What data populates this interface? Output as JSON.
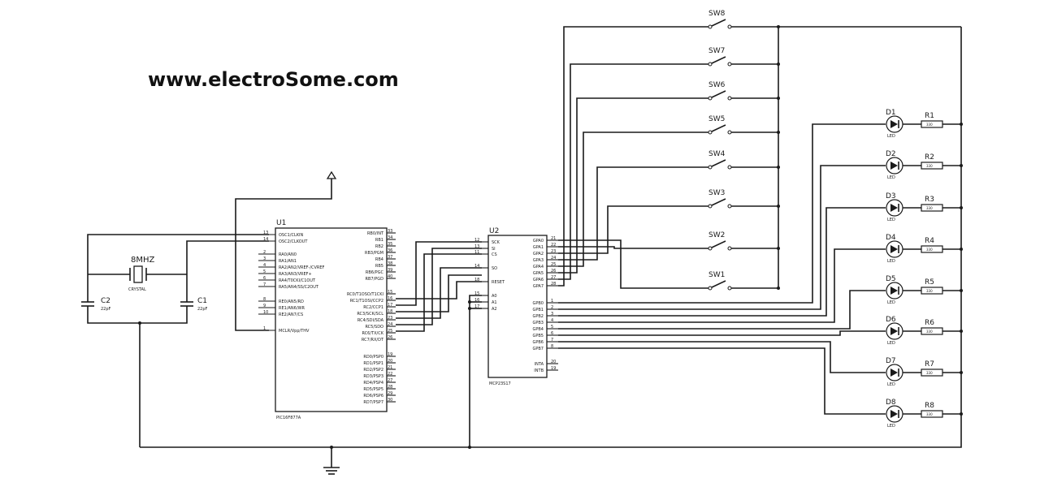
{
  "watermark": "www.electroSome.com",
  "u1": {
    "ref": "U1",
    "part": "PIC16F877A",
    "left_pins": [
      {
        "num": "13",
        "label": "OSC1/CLKIN"
      },
      {
        "num": "14",
        "label": "OSC2/CLKOUT"
      },
      {
        "num": "2",
        "label": "RA0/AN0"
      },
      {
        "num": "3",
        "label": "RA1/AN1"
      },
      {
        "num": "4",
        "label": "RA2/AN2/VREF-/CVREF"
      },
      {
        "num": "5",
        "label": "RA3/AN3/VREF+"
      },
      {
        "num": "6",
        "label": "RA4/T0CKI/C1OUT"
      },
      {
        "num": "7",
        "label": "RA5/AN4/SS/C2OUT"
      },
      {
        "num": "8",
        "label": "RE0/AN5/RD"
      },
      {
        "num": "9",
        "label": "RE1/AN6/WR"
      },
      {
        "num": "10",
        "label": "RE2/AN7/CS"
      },
      {
        "num": "1",
        "label": "MCLR/Vpp/THV"
      }
    ],
    "right_pins": [
      {
        "num": "33",
        "label": "RB0/INT"
      },
      {
        "num": "34",
        "label": "RB1"
      },
      {
        "num": "35",
        "label": "RB2"
      },
      {
        "num": "36",
        "label": "RB3/PGM"
      },
      {
        "num": "37",
        "label": "RB4"
      },
      {
        "num": "38",
        "label": "RB5"
      },
      {
        "num": "39",
        "label": "RB6/PGC"
      },
      {
        "num": "40",
        "label": "RB7/PGD"
      },
      {
        "num": "15",
        "label": "RC0/T1OSO/T1CKI"
      },
      {
        "num": "16",
        "label": "RC1/T1OSI/CCP2"
      },
      {
        "num": "17",
        "label": "RC2/CCP1"
      },
      {
        "num": "18",
        "label": "RC3/SCK/SCL"
      },
      {
        "num": "23",
        "label": "RC4/SDI/SDA"
      },
      {
        "num": "24",
        "label": "RC5/SDO"
      },
      {
        "num": "25",
        "label": "RC6/TX/CK"
      },
      {
        "num": "26",
        "label": "RC7/RX/DT"
      },
      {
        "num": "19",
        "label": "RD0/PSP0"
      },
      {
        "num": "20",
        "label": "RD1/PSP1"
      },
      {
        "num": "21",
        "label": "RD2/PSP2"
      },
      {
        "num": "22",
        "label": "RD3/PSP3"
      },
      {
        "num": "27",
        "label": "RD4/PSP4"
      },
      {
        "num": "28",
        "label": "RD5/PSP5"
      },
      {
        "num": "29",
        "label": "RD6/PSP6"
      },
      {
        "num": "30",
        "label": "RD7/PSP7"
      }
    ]
  },
  "u2": {
    "ref": "U2",
    "part": "MCP23S17",
    "left_pins": [
      {
        "num": "12",
        "label": "SCK"
      },
      {
        "num": "13",
        "label": "SI"
      },
      {
        "num": "11",
        "label": "CS"
      },
      {
        "num": "14",
        "label": "SO"
      },
      {
        "num": "18",
        "label": "RESET"
      },
      {
        "num": "15",
        "label": "A0"
      },
      {
        "num": "16",
        "label": "A1"
      },
      {
        "num": "17",
        "label": "A2"
      }
    ],
    "right_pins": [
      {
        "num": "21",
        "label": "GPA0"
      },
      {
        "num": "22",
        "label": "GPA1"
      },
      {
        "num": "23",
        "label": "GPA2"
      },
      {
        "num": "24",
        "label": "GPA3"
      },
      {
        "num": "25",
        "label": "GPA4"
      },
      {
        "num": "26",
        "label": "GPA5"
      },
      {
        "num": "27",
        "label": "GPA6"
      },
      {
        "num": "28",
        "label": "GPA7"
      },
      {
        "num": "1",
        "label": "GPB0"
      },
      {
        "num": "2",
        "label": "GPB1"
      },
      {
        "num": "3",
        "label": "GPB2"
      },
      {
        "num": "4",
        "label": "GPB3"
      },
      {
        "num": "5",
        "label": "GPB4"
      },
      {
        "num": "6",
        "label": "GPB5"
      },
      {
        "num": "7",
        "label": "GPB6"
      },
      {
        "num": "8",
        "label": "GPB7"
      },
      {
        "num": "20",
        "label": "INTA"
      },
      {
        "num": "19",
        "label": "INTB"
      }
    ]
  },
  "crystal": {
    "ref": "8MHZ",
    "part": "CRYSTAL"
  },
  "c1": {
    "ref": "C1",
    "value": "22pF"
  },
  "c2": {
    "ref": "C2",
    "value": "22pF"
  },
  "switches": [
    "SW8",
    "SW7",
    "SW6",
    "SW5",
    "SW4",
    "SW3",
    "SW2",
    "SW1"
  ],
  "leds": [
    {
      "ref": "D1",
      "part": "LED",
      "res": "R1",
      "rval": "330"
    },
    {
      "ref": "D2",
      "part": "LED",
      "res": "R2",
      "rval": "330"
    },
    {
      "ref": "D3",
      "part": "LED",
      "res": "R3",
      "rval": "330"
    },
    {
      "ref": "D4",
      "part": "LED",
      "res": "R4",
      "rval": "330"
    },
    {
      "ref": "D5",
      "part": "LED",
      "res": "R5",
      "rval": "330"
    },
    {
      "ref": "D6",
      "part": "LED",
      "res": "R6",
      "rval": "330"
    },
    {
      "ref": "D7",
      "part": "LED",
      "res": "R7",
      "rval": "330"
    },
    {
      "ref": "D8",
      "part": "LED",
      "res": "R8",
      "rval": "330"
    }
  ]
}
